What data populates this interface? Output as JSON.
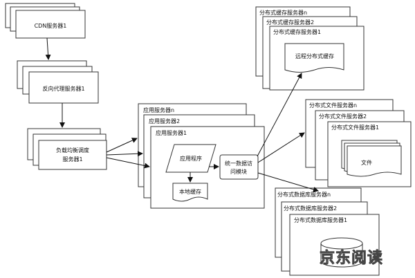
{
  "cdn": {
    "label": "CDN服务器1"
  },
  "reverse_proxy": {
    "label": "反向代理服务器1"
  },
  "load_balancer": {
    "line1": "负载均衡调度",
    "line2": "服务器1"
  },
  "app_servers": {
    "n_label": "应用服务器n",
    "label2": "应用服务器2",
    "label1": "应用服务器1",
    "app_program": "应用程序",
    "local_cache": "本地缓存",
    "data_access_line1": "统一数据访",
    "data_access_line2": "问模块"
  },
  "cache_servers": {
    "n_label": "分布式缓存服务器n",
    "label2": "分布式缓存服务器2",
    "label1": "分布式缓存服务器1",
    "content": "远程分布式缓存"
  },
  "file_servers": {
    "n_label": "分布式文件服务器n",
    "label2": "分布式文件服务器2",
    "label1": "分布式文件服务器1",
    "content": "文件"
  },
  "db_servers": {
    "n_label": "分布式数据库服务器n",
    "label2": "分布式数据库服务器2",
    "label1": "分布式数据库服务器1"
  },
  "watermark": "京东阅读"
}
